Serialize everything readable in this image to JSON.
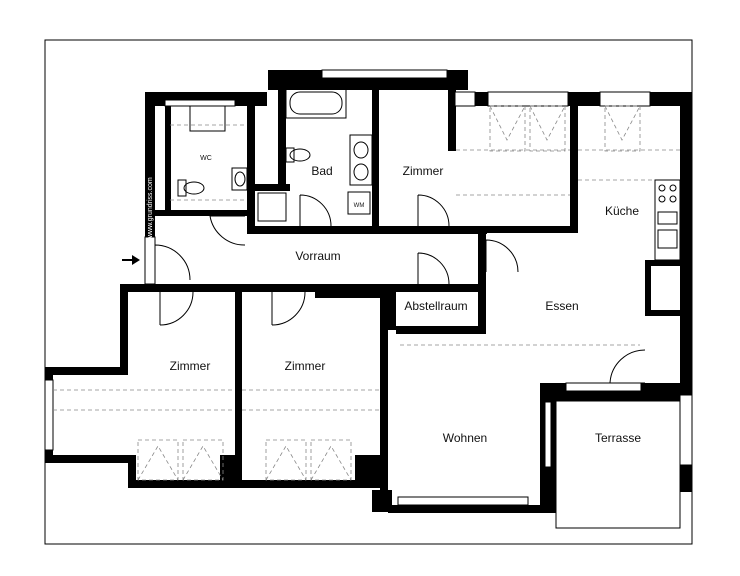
{
  "plan": {
    "rooms": {
      "wc": "WC",
      "bad": "Bad",
      "zimmer_top": "Zimmer",
      "kueche": "Küche",
      "vorraum": "Vorraum",
      "abstellraum": "Abstellraum",
      "essen": "Essen",
      "zimmer_left": "Zimmer",
      "zimmer_middle": "Zimmer",
      "wohnen": "Wohnen",
      "terrasse": "Terrasse"
    },
    "fixtures": {
      "washing_machine": "WM"
    },
    "credit": "www.grundriss.com",
    "entrance_icon": "arrow-right-icon"
  }
}
